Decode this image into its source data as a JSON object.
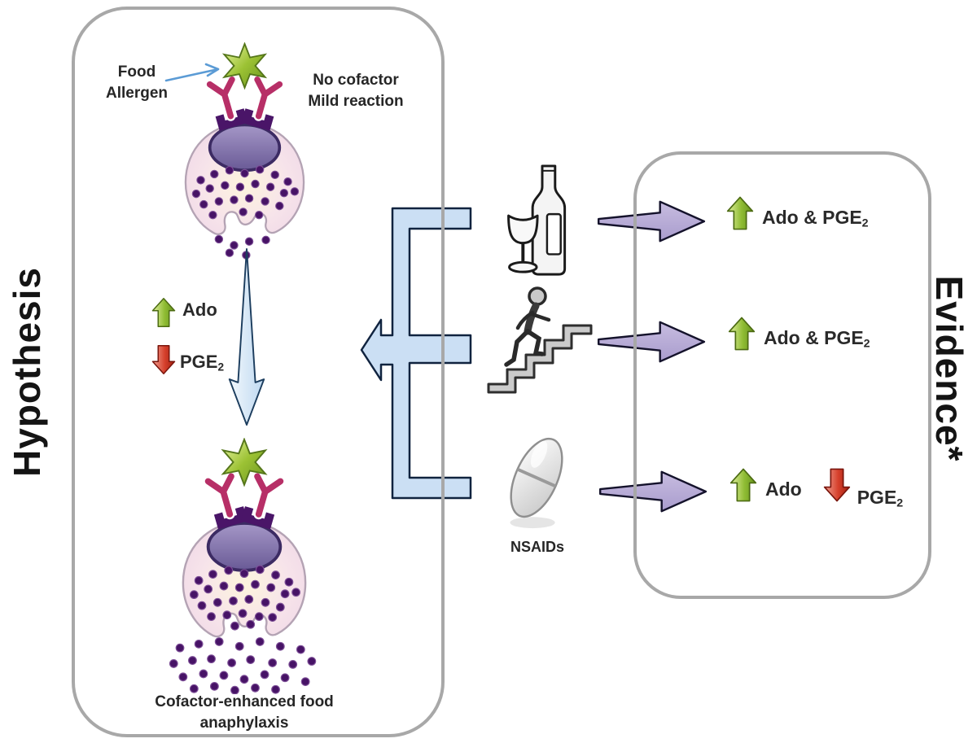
{
  "labels": {
    "hypothesis": "Hypothesis",
    "evidence": "Evidence*"
  },
  "hypothesis_panel": {
    "allergen_line1": "Food",
    "allergen_line2": "Allergen",
    "no_cofactor_line1": "No cofactor",
    "no_cofactor_line2": "Mild reaction",
    "ado_label": "Ado",
    "pge_label": "PGE",
    "pge_sub": "2",
    "outcome_line1": "Cofactor-enhanced food",
    "outcome_line2": "anaphylaxis"
  },
  "cofactors": {
    "alcohol_icon": "wine-bottle-and-glass",
    "exercise_icon": "person-climbing-stairs",
    "nsaid_icon": "pill",
    "nsaids_label": "NSAIDs"
  },
  "evidence_panel": {
    "rows": [
      {
        "up_label": "Ado & PGE",
        "up_sub": "2"
      },
      {
        "up_label": "Ado & PGE",
        "up_sub": "2"
      },
      {
        "up_label": "Ado",
        "down_label": "PGE",
        "down_sub": "2"
      }
    ]
  },
  "colors": {
    "increase_arrow_green": "#8FBC33",
    "decrease_arrow_red": "#D6402C",
    "evidence_arrow_purple": "#B7AAD8",
    "cofactor_bracket_blue": "#CBDFF4",
    "panel_border_gray": "#A8A8A8"
  }
}
